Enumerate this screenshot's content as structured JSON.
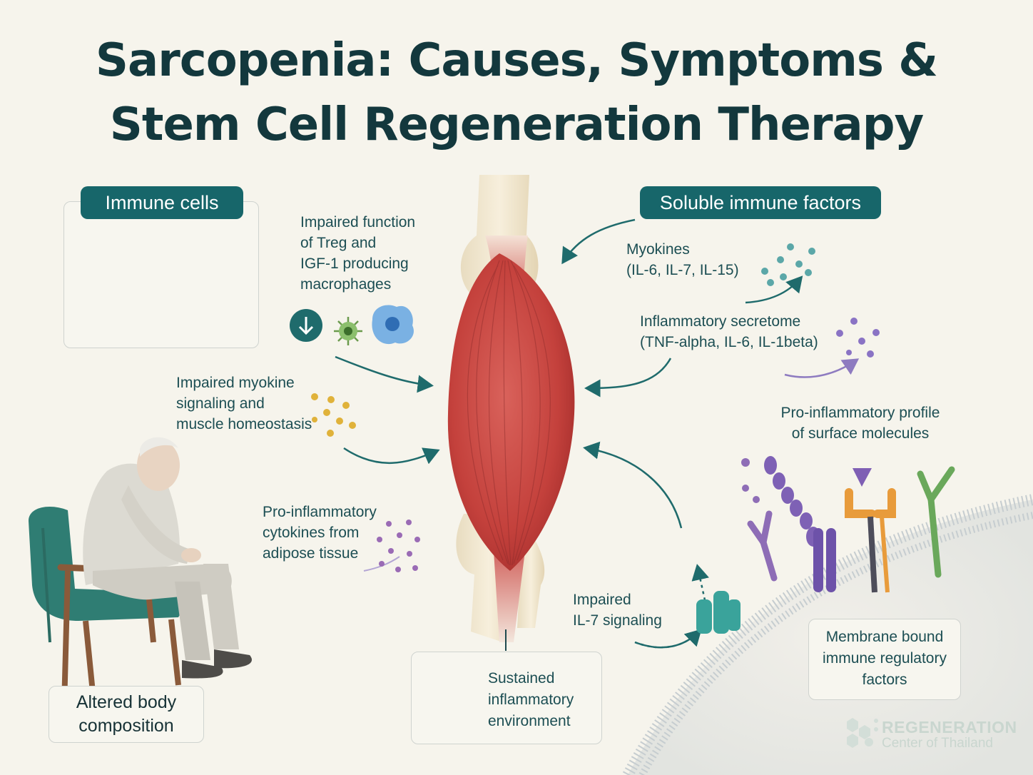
{
  "title": {
    "line1": "Sarcopenia: Causes, Symptoms &",
    "line2": "Stem Cell Regeneration Therapy"
  },
  "immune_cells": {
    "heading": "Immune cells"
  },
  "soluble_factors": {
    "heading": "Soluble immune factors"
  },
  "labels": {
    "treg": [
      "Impaired function",
      "of Treg and",
      "IGF-1 producing",
      "macrophages"
    ],
    "myokines": [
      "Myokines",
      "(IL-6, IL-7, IL-15)"
    ],
    "secretome": [
      "Inflammatory secretome",
      "(TNF-alpha, IL-6, IL-1beta)"
    ],
    "myokine_signaling": [
      "Impaired myokine",
      "signaling and",
      "muscle homeostasis"
    ],
    "surface": [
      "Pro-inflammatory profile",
      "of surface molecules"
    ],
    "adipose": [
      "Pro-inflammatory",
      "cytokines from",
      "adipose tissue"
    ],
    "il7": [
      "Impaired",
      "IL-7 signaling"
    ]
  },
  "boxes": {
    "body_composition": [
      "Altered body",
      "composition"
    ],
    "sustained": [
      "Sustained",
      "inflammatory",
      "environment"
    ],
    "membrane": [
      "Membrane bound",
      "immune regulatory",
      "factors"
    ]
  },
  "brand": {
    "name": "REGENERATION",
    "sub": "Center of Thailand"
  },
  "colors": {
    "accent": "#17666a",
    "muscle": "#c9433f",
    "background": "#f6f4ec"
  },
  "icons": [
    "down-arrow-icon",
    "leaf-icon",
    "regeneration-logo-icon"
  ]
}
